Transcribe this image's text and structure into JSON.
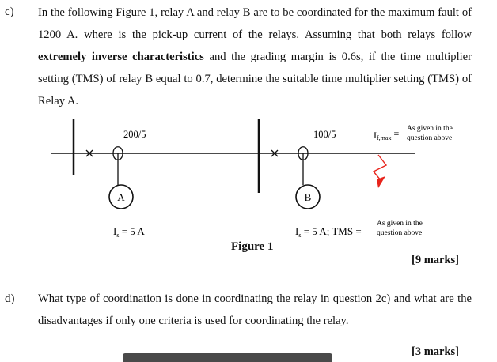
{
  "question_c": {
    "label": "c)",
    "text_before": "In the following Figure 1, relay A and relay B are to be coordinated for the maximum fault of 1200 A. where  is the pick-up current of the relays. Assuming that both relays follow ",
    "text_bold": "extremely inverse characteristics",
    "text_after": " and the grading margin is 0.6s, if the time multiplier setting (TMS) of relay B equal to 0.7, determine the suitable time multiplier setting (TMS) of Relay A.",
    "marks": "[9 marks]"
  },
  "figure": {
    "caption": "Figure 1",
    "ct_a_ratio": "200/5",
    "ct_b_ratio": "100/5",
    "relay_a_label": "A",
    "relay_b_label": "B",
    "relay_a_setting": "I",
    "relay_a_setting_sub": "s",
    "relay_a_setting_rest": " = 5 A",
    "relay_b_setting": "I",
    "relay_b_setting_sub": "s",
    "relay_b_setting_rest": " = 5 A; TMS = ",
    "relay_b_note_line1": "As given in the",
    "relay_b_note_line2": "question above",
    "fault_label": "I",
    "fault_label_sub": "f,max",
    "fault_label_eq": " = ",
    "fault_note_line1": "As given in the",
    "fault_note_line2": "question above",
    "fault_arrow_color": "#e8241c"
  },
  "question_d": {
    "label": "d)",
    "text": "What type of coordination is done in coordinating the relay in question 2c) and what are the disadvantages if only one criteria is used for coordinating the relay.",
    "marks": "[3 marks]"
  }
}
